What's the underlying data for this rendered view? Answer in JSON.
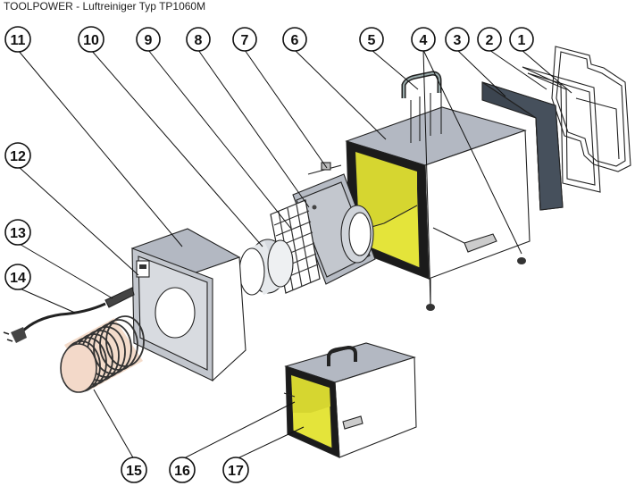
{
  "title": "TOOLPOWER - Luftreiniger Typ TP1060M",
  "callouts": [
    {
      "id": "c1",
      "label": "1"
    },
    {
      "id": "c2",
      "label": "2"
    },
    {
      "id": "c3",
      "label": "3"
    },
    {
      "id": "c4",
      "label": "4"
    },
    {
      "id": "c5",
      "label": "5"
    },
    {
      "id": "c6",
      "label": "6"
    },
    {
      "id": "c7",
      "label": "7"
    },
    {
      "id": "c8",
      "label": "8"
    },
    {
      "id": "c9",
      "label": "9"
    },
    {
      "id": "c10",
      "label": "10"
    },
    {
      "id": "c11",
      "label": "11"
    },
    {
      "id": "c12",
      "label": "12"
    },
    {
      "id": "c13",
      "label": "13"
    },
    {
      "id": "c14",
      "label": "14"
    },
    {
      "id": "c15",
      "label": "15"
    },
    {
      "id": "c16",
      "label": "16"
    },
    {
      "id": "c17",
      "label": "17"
    }
  ],
  "colors": {
    "housing_top": "#b3b8c2",
    "housing_front": "#ffffff",
    "housing_side": "#e3e6ea",
    "filter_yellow": "#e4e43a",
    "filter_dark": "#3c4550",
    "line": "#222222"
  }
}
